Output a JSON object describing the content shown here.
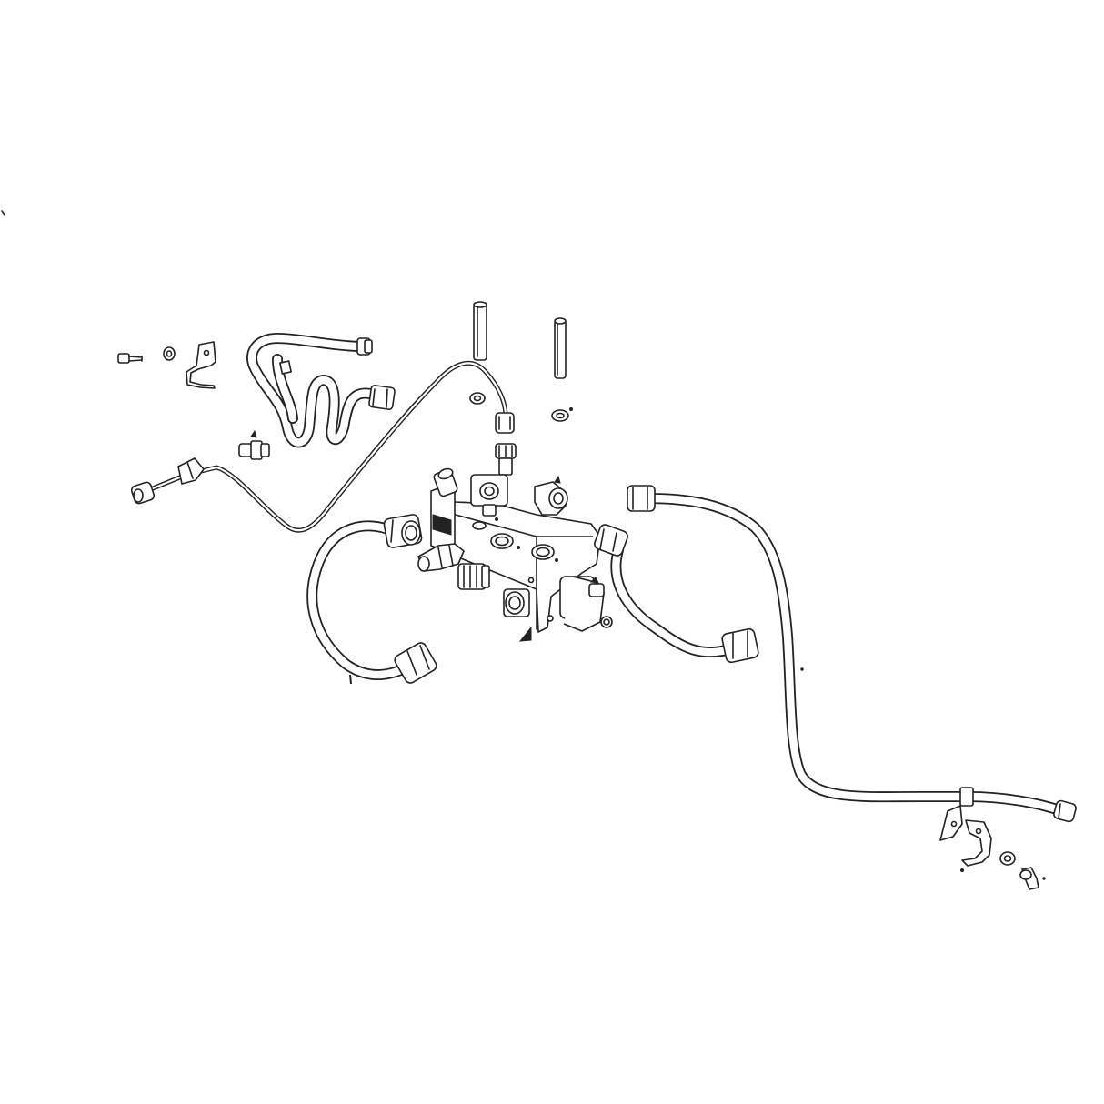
{
  "colors": {
    "line": "#222222",
    "background": "#ffffff"
  },
  "parts": [
    "manifold-block",
    "hydraulic-tube",
    "pipe-nut",
    "adapter-fitting",
    "elbow-fitting",
    "tee-fitting",
    "solenoid-cartridge",
    "check-valve-plug",
    "pin",
    "washer",
    "bolt",
    "mounting-bracket"
  ]
}
